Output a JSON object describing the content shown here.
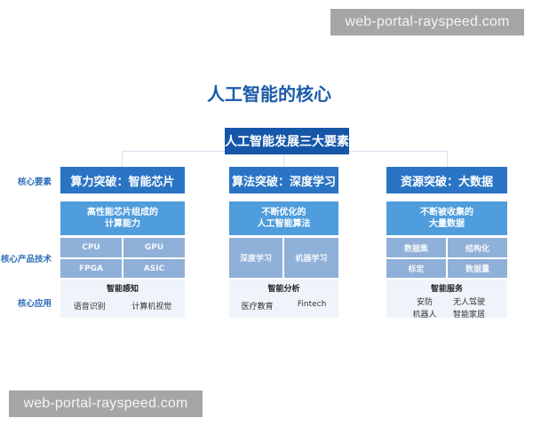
{
  "watermarks": {
    "top": "web-portal-rayspeed.com",
    "bottom": "web-portal-rayspeed.com"
  },
  "diagram": {
    "title": "人工智能的核心",
    "root": "人工智能发展三大要素",
    "row_labels": {
      "core_elements": "核心要素",
      "core_products": "核心产品技术",
      "core_applications": "核心应用"
    },
    "columns": [
      {
        "header": "算力突破：智能芯片",
        "desc_line1": "高性能芯片组成的",
        "desc_line2": "计算能力",
        "cells": [
          "CPU",
          "GPU",
          "FPGA",
          "ASIC"
        ],
        "app_title": "智能感知",
        "apps": [
          "语音识别",
          "计算机视觉"
        ]
      },
      {
        "header": "算法突破：深度学习",
        "desc_line1": "不断优化的",
        "desc_line2": "人工智能算法",
        "cells": [
          "深度学习",
          "机器学习"
        ],
        "app_title": "智能分析",
        "apps": [
          "医疗教育",
          "Fintech"
        ]
      },
      {
        "header": "资源突破：大数据",
        "desc_line1": "不断被收集的",
        "desc_line2": "大量数据",
        "cells": [
          "数据集",
          "结构化",
          "标定",
          "数据量"
        ],
        "app_title": "智能服务",
        "apps": [
          "安防",
          "无人驾驶",
          "机器人",
          "智能家居"
        ]
      }
    ]
  },
  "colors": {
    "title": "#1a5aa8",
    "root_box": "#1656a8",
    "header_box": "#2a74c4",
    "desc_box": "#4f9ddc",
    "cell_box": "#8fb0d8",
    "app_box": "#eef4fa"
  }
}
